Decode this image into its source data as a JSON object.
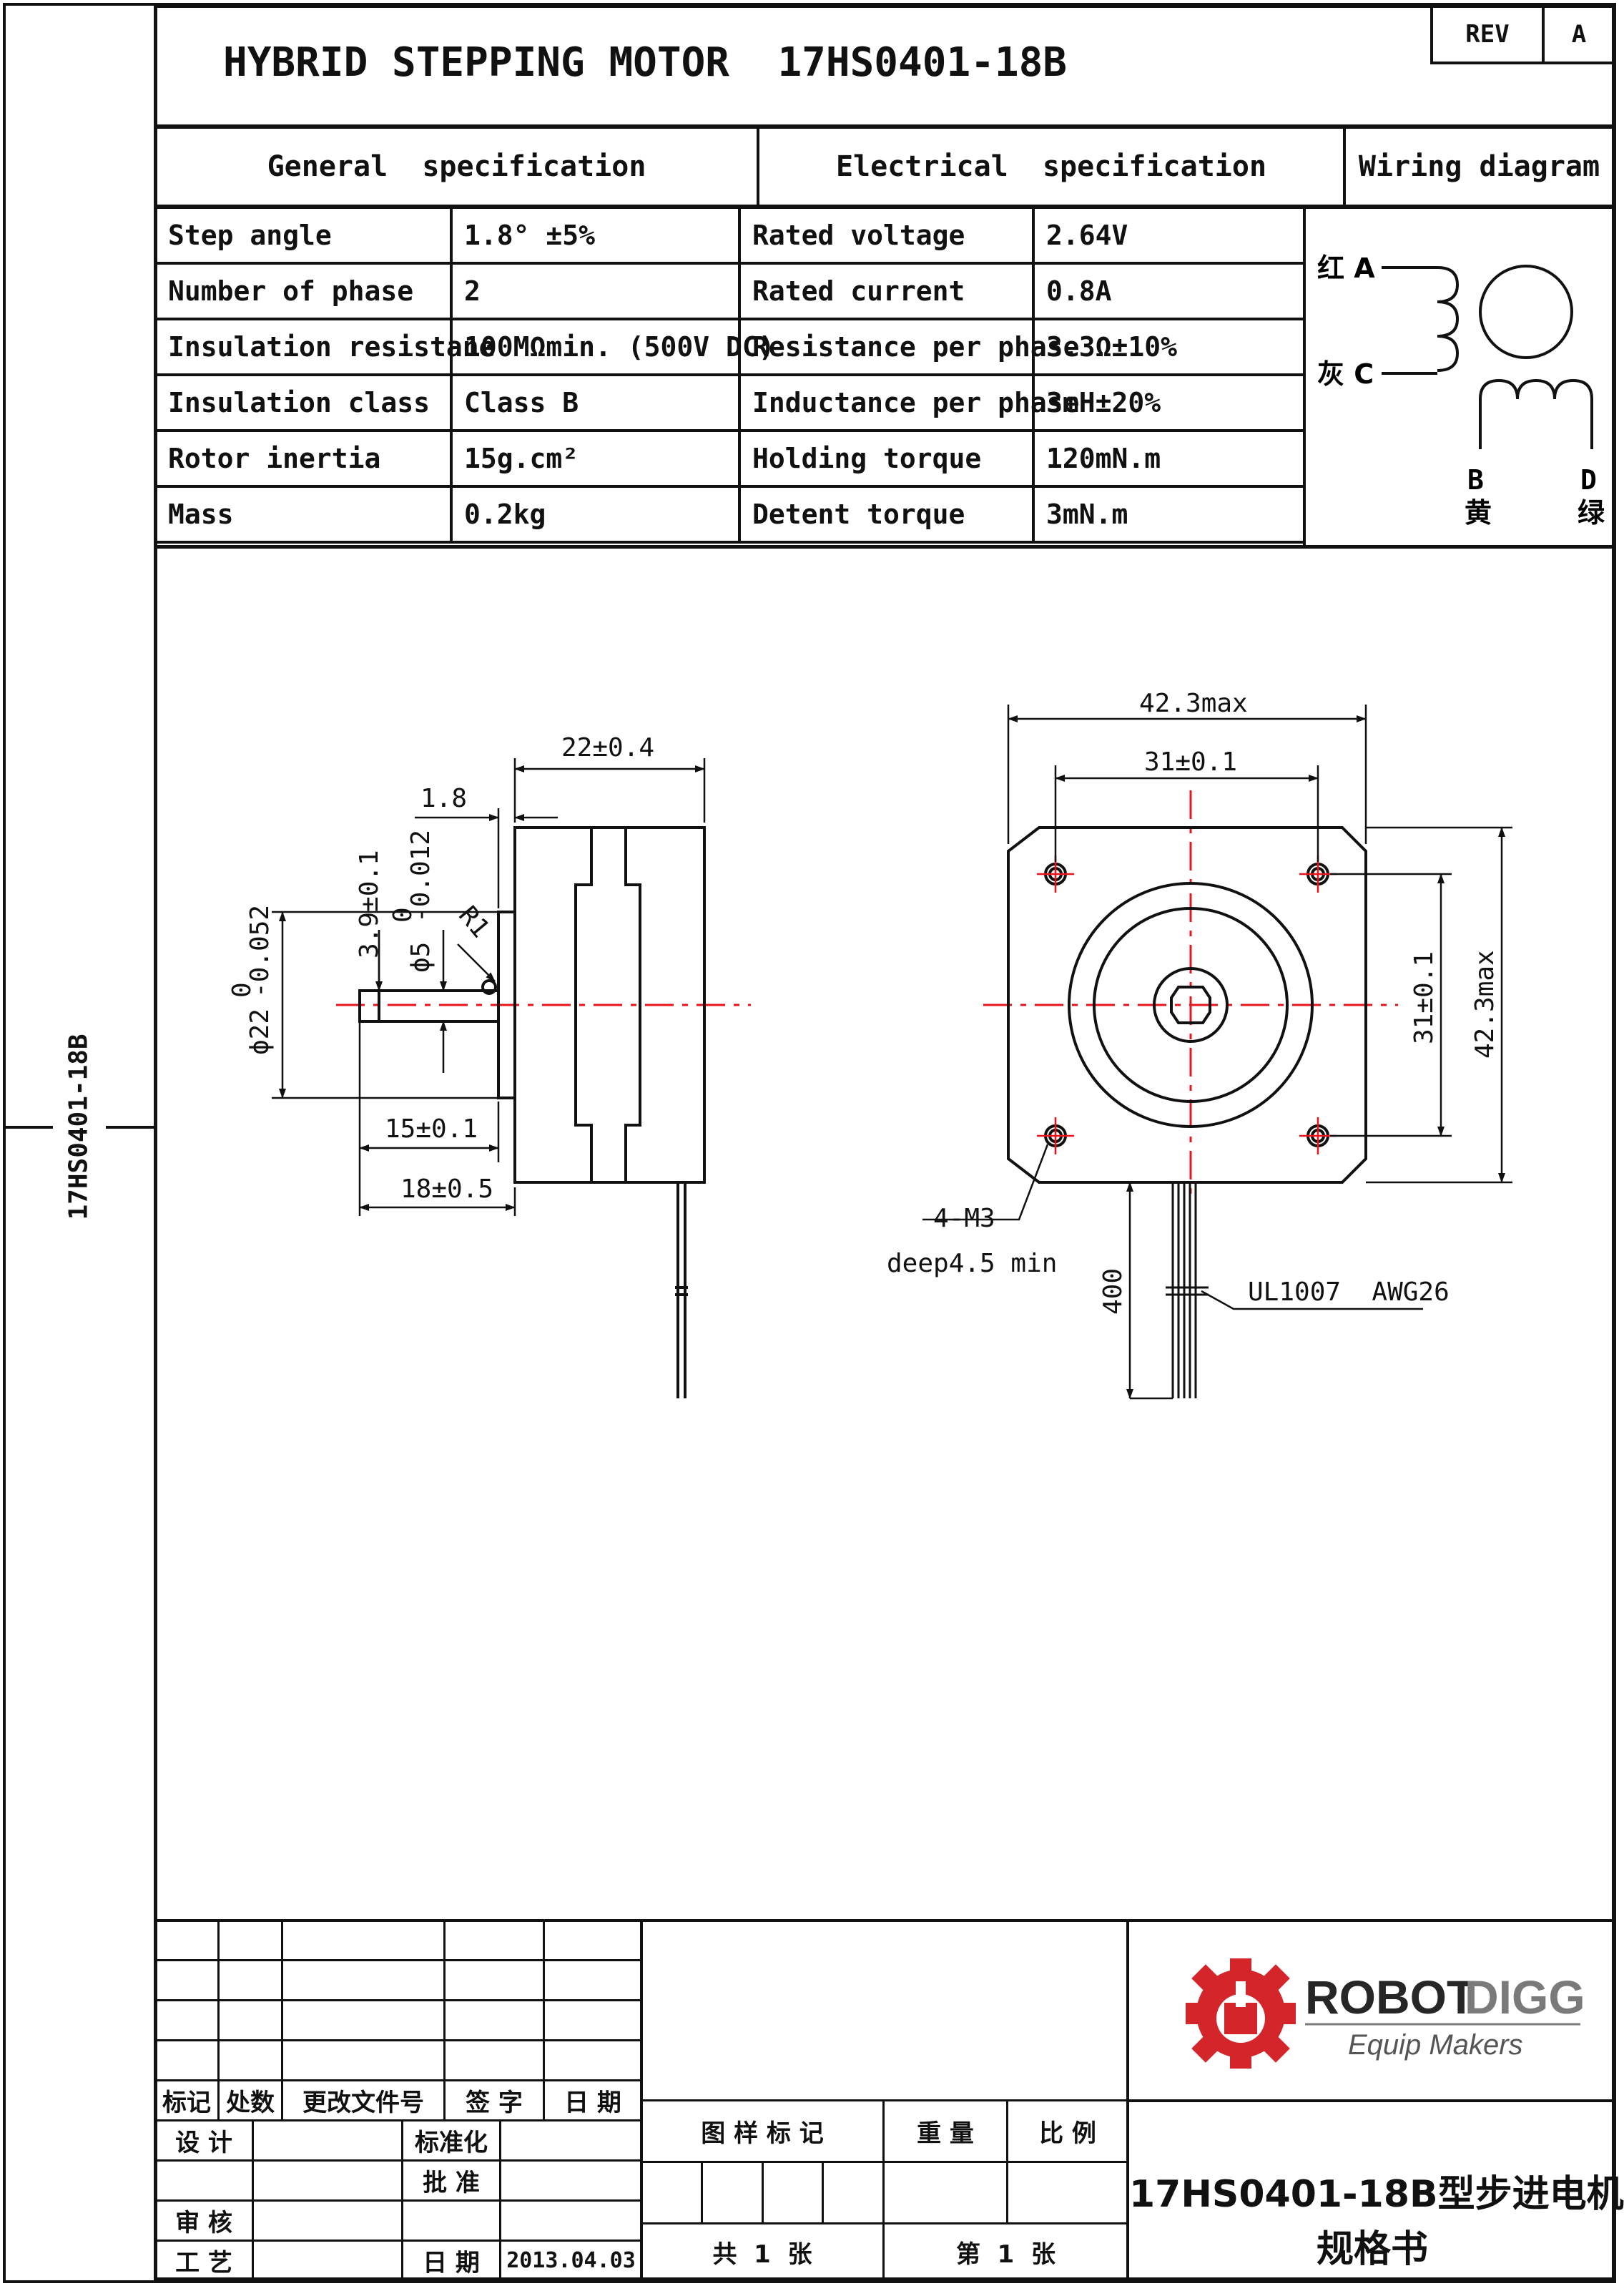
{
  "title": "HYBRID STEPPING MOTOR  17HS0401-18B",
  "side_label": "17HS0401-18B",
  "rev": {
    "label": "REV",
    "value": "A"
  },
  "sections": {
    "general": "General  specification",
    "electrical": "Electrical  specification",
    "wiring": "Wiring diagram"
  },
  "general_spec": [
    {
      "label": "Step angle",
      "value": "1.8°  ±5%"
    },
    {
      "label": "Number of phase",
      "value": "2"
    },
    {
      "label": "Insulation resistane",
      "value": "100MΩmin. (500V DC)"
    },
    {
      "label": "Insulation class",
      "value": "Class B"
    },
    {
      "label": "Rotor inertia",
      "value": "15g.cm²"
    },
    {
      "label": "Mass",
      "value": "0.2kg"
    }
  ],
  "electrical_spec": [
    {
      "label": "Rated voltage",
      "value": "2.64V"
    },
    {
      "label": "Rated current",
      "value": "0.8A"
    },
    {
      "label": "Resistance per phase",
      "value": "3.3Ω±10%"
    },
    {
      "label": "Inductance per phase",
      "value": "3mH±20%"
    },
    {
      "label": "Holding torque",
      "value": "120mN.m"
    },
    {
      "label": "Detent torque",
      "value": "3mN.m"
    }
  ],
  "wiring": {
    "a": "红 A",
    "c": "灰 C",
    "b": "B",
    "d": "D",
    "b_color": "黄",
    "d_color": "绿"
  },
  "dims": {
    "body_len": "22±0.4",
    "flange": "1.8",
    "key": "3.9±0.1",
    "shaft_dia": "ϕ5",
    "shaft_tol_hi": "0",
    "shaft_tol_lo": "-0.012",
    "radius": "R1",
    "boss_dia": "ϕ22",
    "boss_tol_hi": "0",
    "boss_tol_lo": "-0.052",
    "shaft_15": "15±0.1",
    "shaft_18": "18±0.5",
    "width_max": "42.3max",
    "hole_pitch_h": "31±0.1",
    "hole_pitch_v": "31±0.1",
    "height_max": "42.3max",
    "holes": "4-M3",
    "holes_deep": "deep4.5 min",
    "lead_len": "400",
    "wire": "UL1007  AWG26"
  },
  "title_block": {
    "rev_headers": [
      "标记",
      "处数",
      "更改文件号",
      "签 字",
      "日 期"
    ],
    "design": "设 计",
    "standard": "标准化",
    "review": "审 核",
    "approve": "批 准",
    "process": "工 艺",
    "date_label": "日 期",
    "date": "2013.04.03",
    "pattern_mark": "图 样 标 记",
    "weight": "重 量",
    "scale": "比 例",
    "sheets_total": "共  1  张",
    "sheet_no": "第  1  张",
    "doc_title_1": "17HS0401-18B型步进电机",
    "doc_title_2": "规格书",
    "brand": "ROBOTDIGG",
    "brand_a": "ROBOT",
    "brand_b": "DIGG",
    "tagline": "Equip Makers"
  },
  "colors": {
    "ink": "#111111",
    "center_line": "#e8141b",
    "logo_red": "#d4252a",
    "logo_dark": "#262626",
    "logo_gray": "#7a7a7a"
  }
}
